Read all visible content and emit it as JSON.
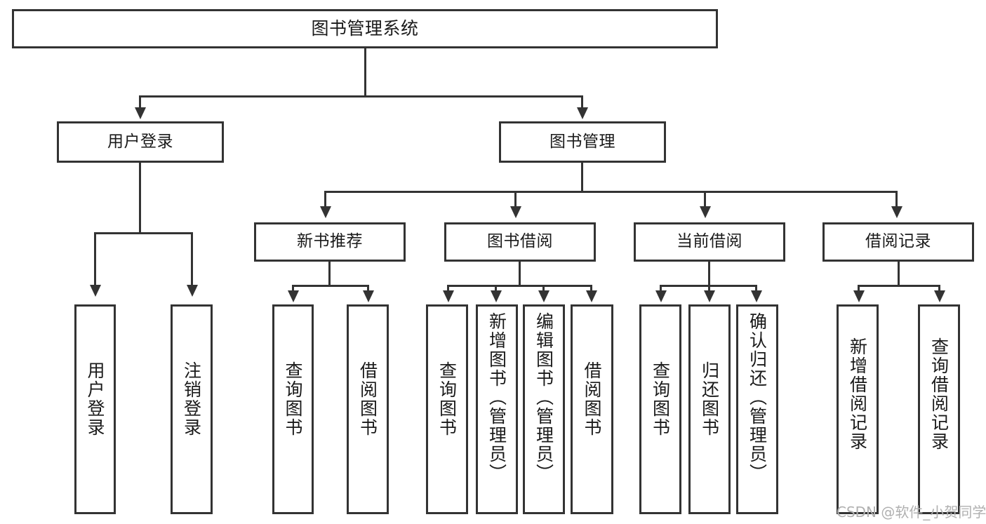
{
  "diagram": {
    "title": "图书管理系统",
    "type": "功能结构图",
    "root": {
      "id": "root",
      "label": "图书管理系统"
    },
    "level2": [
      {
        "id": "user-login",
        "label": "用户登录"
      },
      {
        "id": "book-manage",
        "label": "图书管理"
      }
    ],
    "level3": [
      {
        "id": "new-book-rec",
        "label": "新书推荐",
        "parent": "book-manage"
      },
      {
        "id": "book-borrow",
        "label": "图书借阅",
        "parent": "book-manage"
      },
      {
        "id": "current-borrow",
        "label": "当前借阅",
        "parent": "book-manage"
      },
      {
        "id": "borrow-record",
        "label": "借阅记录",
        "parent": "book-manage"
      }
    ],
    "leaves": [
      {
        "id": "leaf-user-login",
        "label": "用户登录",
        "parent": "user-login"
      },
      {
        "id": "leaf-logout",
        "label": "注销登录",
        "parent": "user-login"
      },
      {
        "id": "leaf-query-book-1",
        "label": "查询图书",
        "parent": "new-book-rec"
      },
      {
        "id": "leaf-borrow-book-1",
        "label": "借阅图书",
        "parent": "new-book-rec"
      },
      {
        "id": "leaf-query-book-2",
        "label": "查询图书",
        "parent": "book-borrow"
      },
      {
        "id": "leaf-add-book",
        "label": "新增图书（管理员）",
        "parent": "book-borrow"
      },
      {
        "id": "leaf-edit-book",
        "label": "编辑图书（管理员）",
        "parent": "book-borrow"
      },
      {
        "id": "leaf-borrow-book-2",
        "label": "借阅图书",
        "parent": "book-borrow"
      },
      {
        "id": "leaf-query-book-3",
        "label": "查询图书",
        "parent": "current-borrow"
      },
      {
        "id": "leaf-return-book",
        "label": "归还图书",
        "parent": "current-borrow"
      },
      {
        "id": "leaf-confirm-return",
        "label": "确认归还（管理员）",
        "parent": "current-borrow"
      },
      {
        "id": "leaf-add-record",
        "label": "新增借阅记录",
        "parent": "borrow-record"
      },
      {
        "id": "leaf-query-record",
        "label": "查询借阅记录",
        "parent": "borrow-record"
      }
    ],
    "watermark": "CSDN @软件_小贺同学",
    "colors": {
      "stroke": "#333333",
      "fill": "#ffffff",
      "text": "#1a1a1a",
      "watermark": "#b0b0b0"
    }
  }
}
